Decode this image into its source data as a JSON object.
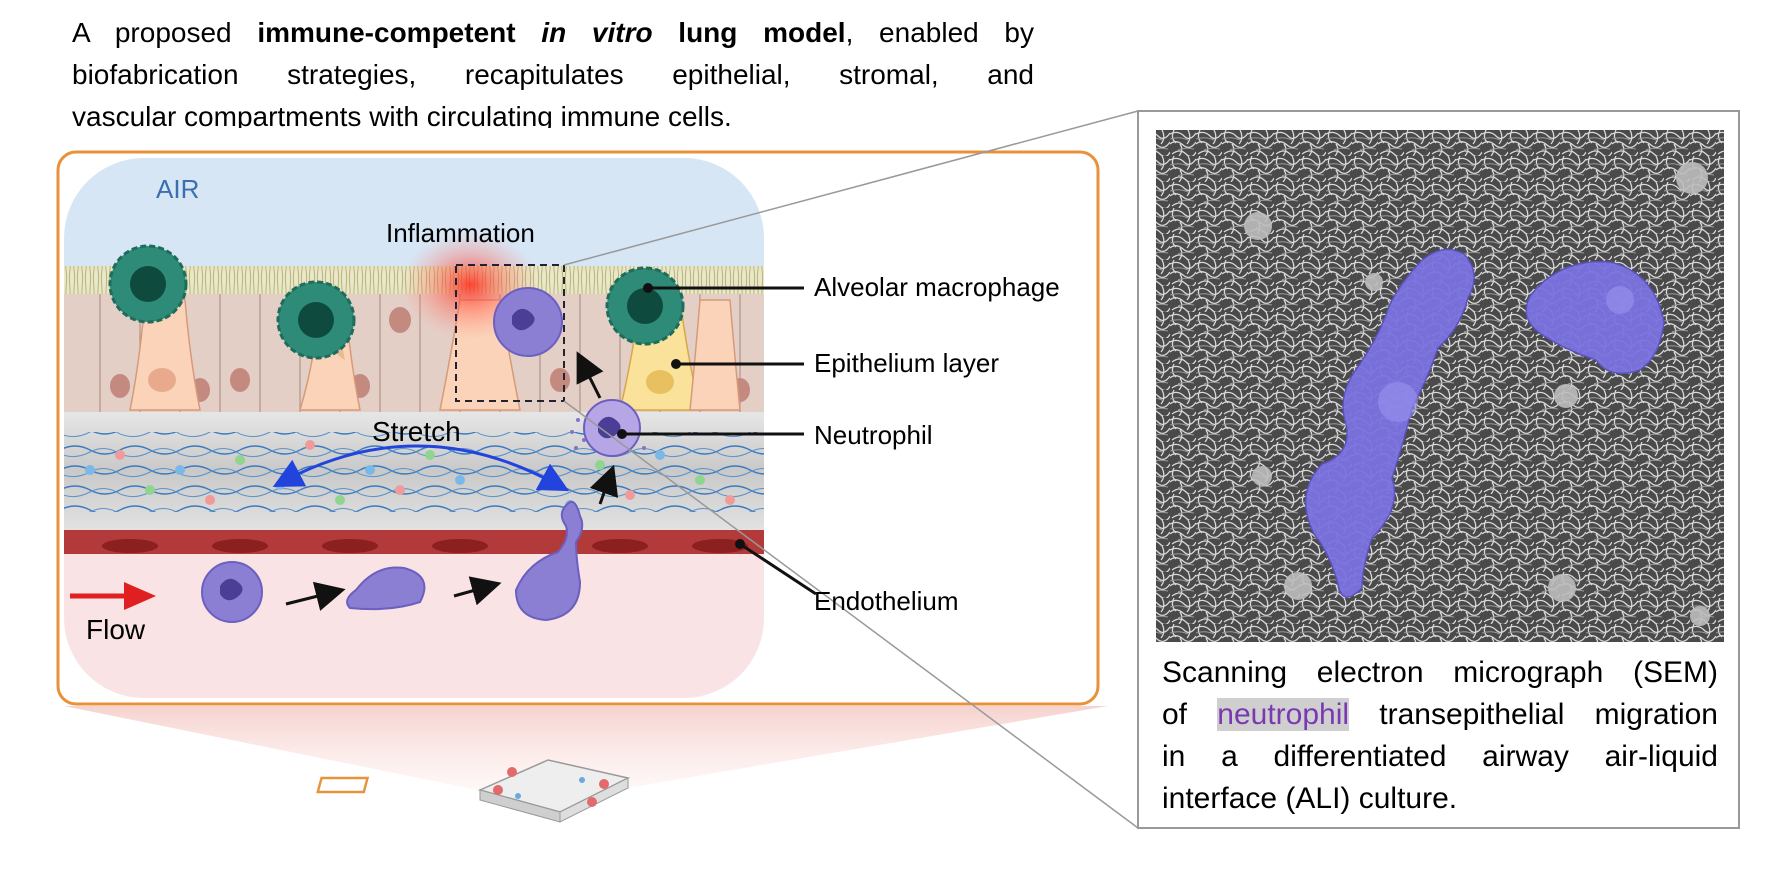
{
  "caption": {
    "line1_pre": "A proposed",
    "line1_bold1": "immune-competent",
    "line1_boldital": "in vitro",
    "line1_bold2": "lung model",
    "line1_post": ", enabled by",
    "line2": "biofabrication strategies, recapitulates epithelial, stromal, and",
    "line3": "vascular compartments with circulating immune cells."
  },
  "diagram": {
    "air_label": "AIR",
    "inflammation_label": "Inflammation",
    "stretch_label": "Stretch",
    "flow_label": "Flow",
    "callouts": {
      "alveolar_macrophage": "Alveolar macrophage",
      "epithelium_layer": "Epithelium layer",
      "neutrophil": "Neutrophil",
      "endothelium": "Endothelium"
    }
  },
  "sem_panel": {
    "caption_l1": "Scanning electron micrograph (SEM)",
    "caption_l2_pre": "of",
    "caption_l2_highlight": "neutrophil",
    "caption_l2_post": "transepithelial migration",
    "caption_l3": "in a differentiated airway air-liquid",
    "caption_l4": "interface (ALI) culture."
  },
  "colors": {
    "frame_orange": "#e8923a",
    "air_blue": "#d6e6f5",
    "neutrophil_purple": "#8b7fd4",
    "macrophage_green": "#2e8b78",
    "endothelium_red": "#b23a3a",
    "flow_arrow": "#e02020",
    "stretch_arrow": "#2244dd"
  }
}
